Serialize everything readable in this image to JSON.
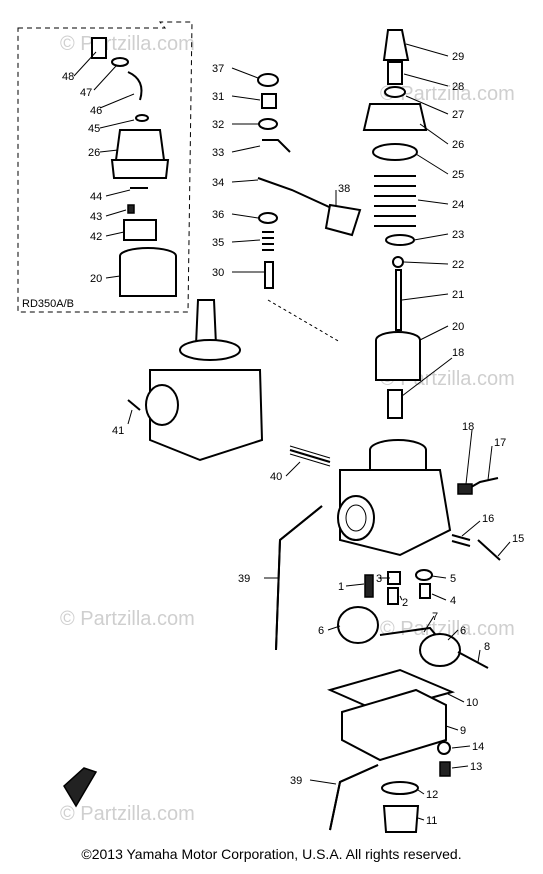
{
  "inset": {
    "label": "RD350A/B"
  },
  "watermark": "© Partzilla.com",
  "callouts": [
    {
      "text": "48"
    },
    {
      "text": "47"
    },
    {
      "text": "46"
    },
    {
      "text": "45"
    },
    {
      "text": "26"
    },
    {
      "text": "44"
    },
    {
      "text": "43"
    },
    {
      "text": "42"
    },
    {
      "text": "20"
    },
    {
      "text": "37"
    },
    {
      "text": "31"
    },
    {
      "text": "32"
    },
    {
      "text": "33"
    },
    {
      "text": "34"
    },
    {
      "text": "38"
    },
    {
      "text": "36"
    },
    {
      "text": "35"
    },
    {
      "text": "30"
    },
    {
      "text": "29"
    },
    {
      "text": "28"
    },
    {
      "text": "27"
    },
    {
      "text": "26"
    },
    {
      "text": "25"
    },
    {
      "text": "24"
    },
    {
      "text": "23"
    },
    {
      "text": "22"
    },
    {
      "text": "21"
    },
    {
      "text": "20"
    },
    {
      "text": "18"
    },
    {
      "text": "41"
    },
    {
      "text": "40"
    },
    {
      "text": "17"
    },
    {
      "text": "18"
    },
    {
      "text": "16"
    },
    {
      "text": "15"
    },
    {
      "text": "39"
    },
    {
      "text": "1"
    },
    {
      "text": "3"
    },
    {
      "text": "2"
    },
    {
      "text": "5"
    },
    {
      "text": "4"
    },
    {
      "text": "7"
    },
    {
      "text": "6"
    },
    {
      "text": "6"
    },
    {
      "text": "8"
    },
    {
      "text": "10"
    },
    {
      "text": "9"
    },
    {
      "text": "14"
    },
    {
      "text": "13"
    },
    {
      "text": "39"
    },
    {
      "text": "12"
    },
    {
      "text": "11"
    }
  ],
  "copyright": "©2013  Yamaha Motor Corporation, U.S.A. All rights reserved."
}
